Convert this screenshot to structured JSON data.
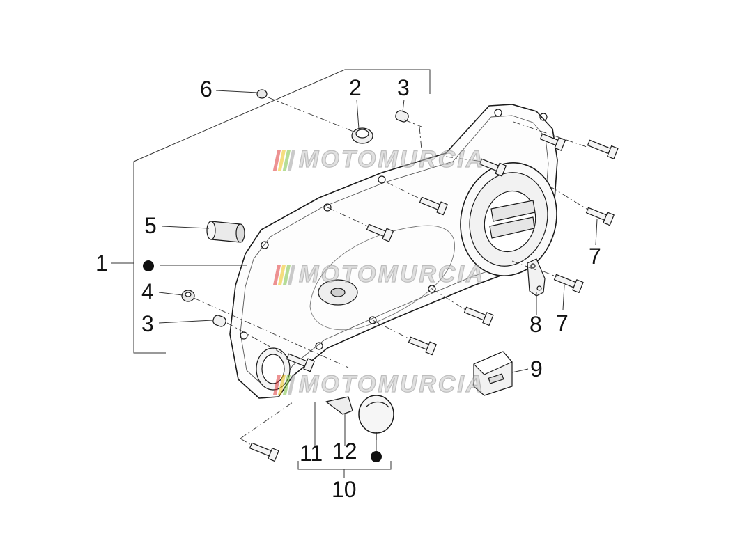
{
  "watermark": {
    "text": "MOTOMURCIA",
    "stripe_colors": [
      "#e03a3a",
      "#f0c419",
      "#7cc242",
      "#a0a0a0"
    ]
  },
  "callouts": [
    {
      "id": "c1",
      "label": "1"
    },
    {
      "id": "c2",
      "label": "2"
    },
    {
      "id": "c3a",
      "label": "3"
    },
    {
      "id": "c3b",
      "label": "3"
    },
    {
      "id": "c4",
      "label": "4"
    },
    {
      "id": "c5",
      "label": "5"
    },
    {
      "id": "c6",
      "label": "6"
    },
    {
      "id": "c7a",
      "label": "7"
    },
    {
      "id": "c7b",
      "label": "7"
    },
    {
      "id": "c8",
      "label": "8"
    },
    {
      "id": "c9",
      "label": "9"
    },
    {
      "id": "c10",
      "label": "10"
    },
    {
      "id": "c11",
      "label": "11"
    },
    {
      "id": "c12",
      "label": "12"
    }
  ],
  "colors": {
    "line": "#333333",
    "stroke": "#1a1a1a",
    "fill": "#ffffff",
    "shade": "#eeeeee"
  }
}
